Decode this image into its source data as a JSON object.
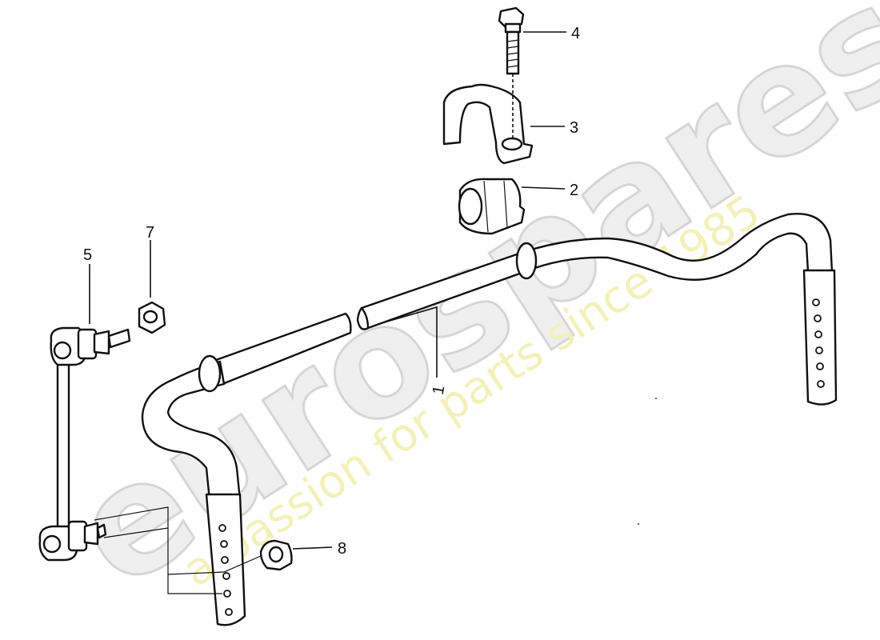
{
  "watermark": {
    "logo_text": "eurospares",
    "tagline": "a passion for parts since 1985",
    "logo_color": "#efefef",
    "tagline_color": "#f3f1b8"
  },
  "callouts": [
    {
      "id": "1",
      "label": "1",
      "part": "stabilizer-bar"
    },
    {
      "id": "2",
      "label": "2",
      "part": "rubber-bushing"
    },
    {
      "id": "3",
      "label": "3",
      "part": "clamp-bracket"
    },
    {
      "id": "4",
      "label": "4",
      "part": "hex-bolt"
    },
    {
      "id": "5",
      "label": "5",
      "part": "coupling-link"
    },
    {
      "id": "7",
      "label": "7",
      "part": "hex-nut"
    },
    {
      "id": "8",
      "label": "8",
      "part": "flange-nut"
    }
  ]
}
